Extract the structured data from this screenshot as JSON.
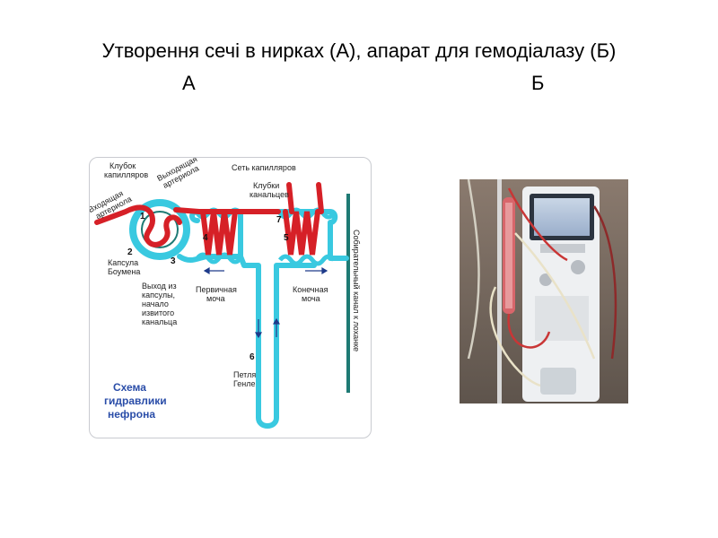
{
  "slide": {
    "title": "Утворення сечі в нирках (А), апарат для гемодіалазу (Б)",
    "label_a": "А",
    "label_b": "Б"
  },
  "diagram": {
    "labels": {
      "glomerulus_caps": [
        "Клубок",
        "капилляров"
      ],
      "efferent": [
        "Выходящая",
        "артериола"
      ],
      "afferent": [
        "Входящая",
        "артериола"
      ],
      "capillary_net": "Сеть капилляров",
      "tubule_coils": [
        "Клубки",
        "канальцев"
      ],
      "bowman": [
        "Капсула",
        "Боумена"
      ],
      "exit": [
        "Выход из",
        "капсулы,",
        "начало",
        "извитого",
        "канальца"
      ],
      "primary_urine": [
        "Первичная",
        "моча"
      ],
      "final_urine": [
        "Конечная",
        "моча"
      ],
      "collecting_duct": "Собирательный канал к лоханке",
      "loop": [
        "Петля",
        "Генле"
      ],
      "schema": [
        "Схема",
        "гидравлики",
        "нефрона"
      ]
    },
    "numbers": [
      "1",
      "2",
      "3",
      "4",
      "5",
      "6",
      "7"
    ]
  },
  "colors": {
    "blood": "#d62027",
    "tubule": "#39c9e0",
    "duct": "#1e7a74",
    "schema_text": "#2a4da8"
  }
}
